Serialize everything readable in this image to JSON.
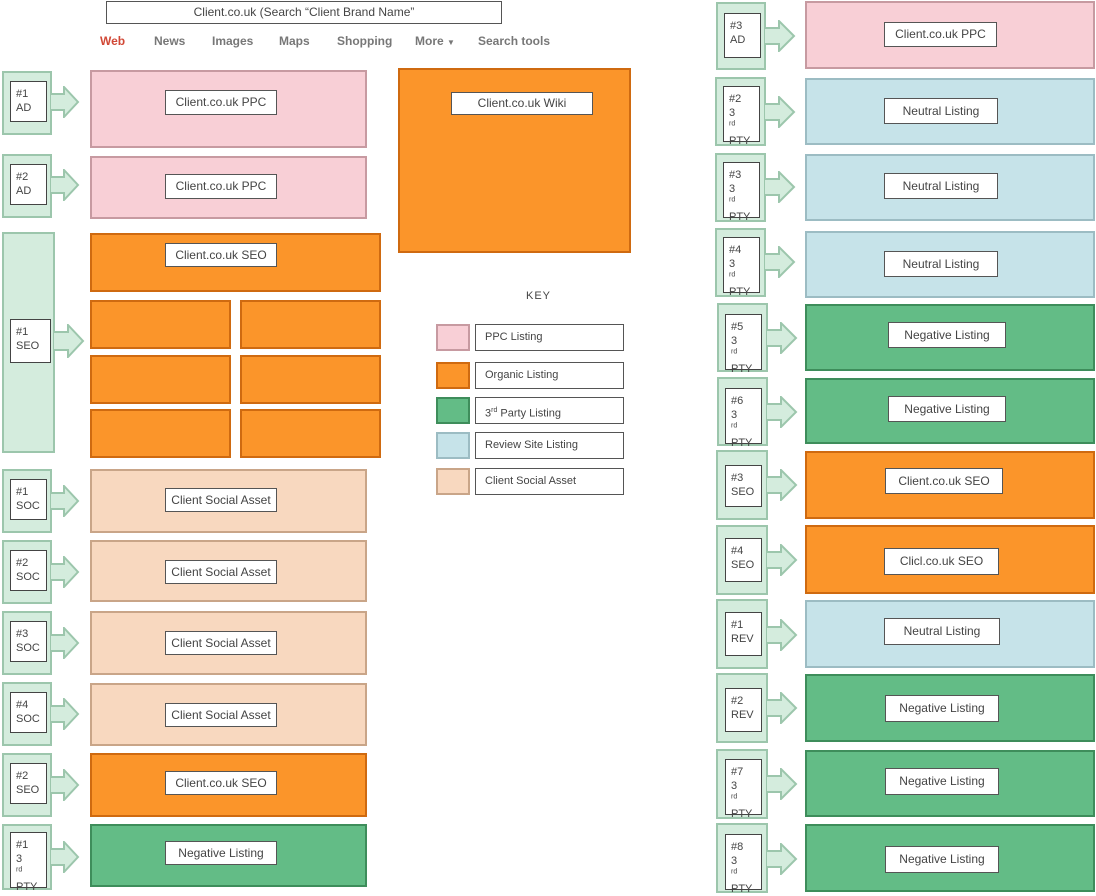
{
  "search": {
    "query": "Client.co.uk (Search “Client Brand Name”",
    "nav": [
      "Web",
      "News",
      "Images",
      "Maps",
      "Shopping",
      "More",
      "Search tools"
    ]
  },
  "listing_labels": {
    "ppc": "Client.co.uk PPC",
    "wiki": "Client.co.uk Wiki",
    "seo": "Client.co.uk SEO",
    "seo_typo": "Clicl.co.uk SEO",
    "social": "Client Social Asset",
    "neutral": "Neutral Listing",
    "negative": "Negative Listing"
  },
  "key": {
    "title": "KEY",
    "items": [
      {
        "label": "PPC Listing",
        "color": "#f8cfd6"
      },
      {
        "label": "Organic Listing",
        "color": "#fb952a"
      },
      {
        "label": "3rd Party Listing",
        "color": "#63bc86"
      },
      {
        "label": "Review Site Listing",
        "color": "#c6e3e9"
      },
      {
        "label": "Client Social Asset",
        "color": "#f8d8bf"
      }
    ]
  },
  "ranks": {
    "ad1": [
      "#1",
      "AD"
    ],
    "ad2": [
      "#2",
      "AD"
    ],
    "ad3": [
      "#3",
      "AD"
    ],
    "seo1": [
      "#1",
      "SEO"
    ],
    "seo2": [
      "#2",
      "SEO"
    ],
    "seo3": [
      "#3",
      "SEO"
    ],
    "seo4": [
      "#4",
      "SEO"
    ],
    "soc1": [
      "#1",
      "SOC"
    ],
    "soc2": [
      "#2",
      "SOC"
    ],
    "soc3": [
      "#3",
      "SOC"
    ],
    "soc4": [
      "#4",
      "SOC"
    ],
    "pty1": [
      "#1",
      "3",
      "rd",
      "PTY"
    ],
    "pty2": [
      "#2",
      "3",
      "rd",
      "PTY"
    ],
    "pty3": [
      "#3",
      "3",
      "rd",
      "PTY"
    ],
    "pty4": [
      "#4",
      "3",
      "rd",
      "PTY"
    ],
    "pty5": [
      "#5",
      "3",
      "rd",
      "PTY"
    ],
    "pty6": [
      "#6",
      "3",
      "rd",
      "PTY"
    ],
    "pty7": [
      "#7",
      "3",
      "rd",
      "PTY"
    ],
    "pty8": [
      "#8",
      "3",
      "rd",
      "PTY"
    ],
    "rev1": [
      "#1",
      "REV"
    ],
    "rev2": [
      "#2",
      "REV"
    ]
  },
  "colors": {
    "ppc": "#f8cfd6",
    "organic": "#fb952a",
    "third_party": "#63bc86",
    "review": "#c6e3e9",
    "social": "#f8d8bf",
    "rank_box": "#d4ecdd",
    "active_nav": "#d14836"
  }
}
